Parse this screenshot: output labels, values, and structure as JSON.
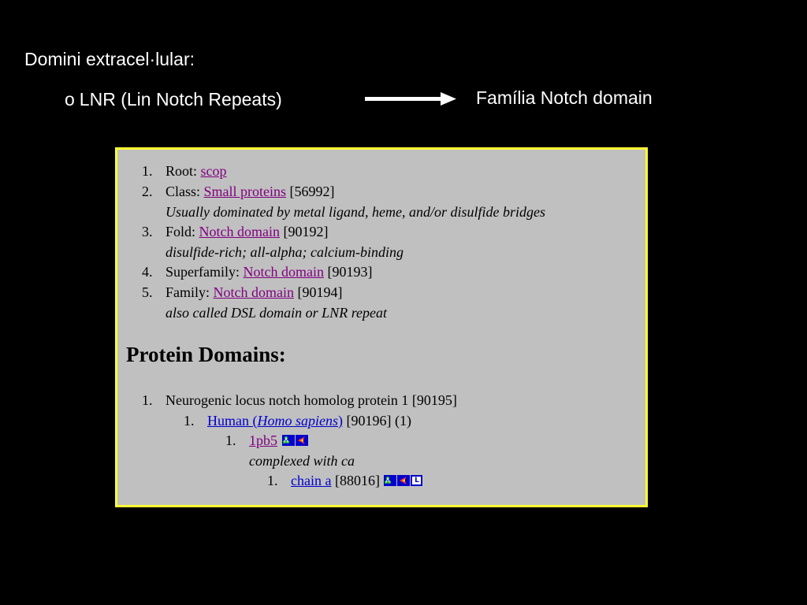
{
  "slide": {
    "title": "Domini extracel·lular:",
    "bullet_marker": "o",
    "bullet_text": "LNR (Lin Notch Repeats)",
    "family_label": "Família Notch domain"
  },
  "hierarchy": [
    {
      "num": "1.",
      "label": "Root:",
      "link": "scop",
      "id": ""
    },
    {
      "num": "2.",
      "label": "Class:",
      "link": "Small proteins",
      "id": "[56992]",
      "note": "Usually dominated by metal ligand, heme, and/or disulfide bridges"
    },
    {
      "num": "3.",
      "label": "Fold:",
      "link": "Notch domain",
      "id": "[90192]",
      "note": "disulfide-rich; all-alpha; calcium-binding"
    },
    {
      "num": "4.",
      "label": "Superfamily:",
      "link": "Notch domain",
      "id": "[90193]"
    },
    {
      "num": "5.",
      "label": "Family:",
      "link": "Notch domain",
      "id": "[90194]",
      "note": "also called DSL domain or LNR repeat"
    }
  ],
  "domains": {
    "heading": "Protein Domains:",
    "protein": {
      "num": "1.",
      "text": "Neurogenic locus notch homolog protein 1 [90195]"
    },
    "species": {
      "num": "1.",
      "link_pre": "Human (",
      "link_italic": "Homo sapiens",
      "link_post": ")",
      "rest": "[90196] (1)"
    },
    "pdb": {
      "num": "1.",
      "link": "1pb5",
      "note": "complexed with ca"
    },
    "chain": {
      "num": "1.",
      "link": "chain a",
      "id": "[88016]"
    }
  },
  "icons": [
    "structure-icon",
    "rasmol-icon",
    "l-icon"
  ],
  "colors": {
    "background": "#000000",
    "panel": "#c0c0c0",
    "panel_border": "#ffff33",
    "visited_link": "#800080",
    "link": "#0000cc"
  }
}
